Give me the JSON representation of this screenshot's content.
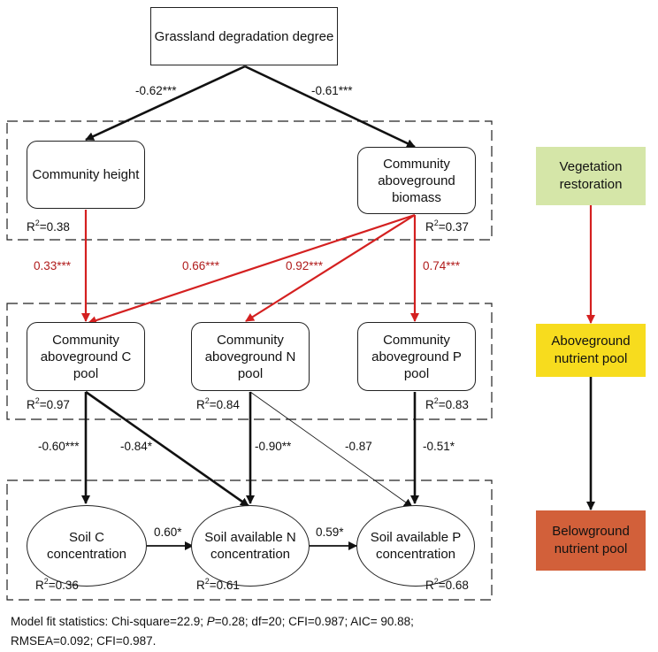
{
  "nodes": {
    "degradation": "Grassland degradation degree",
    "height": "Community height",
    "biomass": "Community aboveground biomass",
    "c_pool": "Community aboveground C pool",
    "n_pool": "Community aboveground N pool",
    "p_pool": "Community aboveground P pool",
    "soil_c": "Soil C concentration",
    "soil_n": "Soil available N concentration",
    "soil_p": "Soil available P concentration"
  },
  "r2": {
    "prefix": "R",
    "height": "=0.38",
    "biomass": "=0.37",
    "c_pool": "=0.97",
    "n_pool": "=0.84",
    "p_pool": "=0.83",
    "soil_c": "=0.36",
    "soil_n": "=0.61",
    "soil_p": "=0.68"
  },
  "paths": {
    "deg_height": "-0.62***",
    "deg_biomass": "-0.61***",
    "height_c": "0.33***",
    "biomass_c": "0.66***",
    "biomass_n": "0.92***",
    "biomass_p": "0.74***",
    "c_soilc": "-0.60***",
    "c_soiln": "-0.84*",
    "n_soiln": "-0.90**",
    "n_soilp": "-0.87",
    "p_soilp": "-0.51*",
    "soilc_soiln": "0.60*",
    "soiln_soilp": "0.59*"
  },
  "legend": {
    "vegetation": "Vegetation restoration",
    "aboveground": "Aboveground nutrient pool",
    "belowground": "Belowground nutrient pool"
  },
  "colors": {
    "red_path": "#d42020",
    "black_path": "#111111",
    "vegetation_fill": "#d5e6a8",
    "aboveground_fill": "#f7dc1e",
    "belowground_fill": "#d2603a"
  },
  "footnote": {
    "line1_a": "Model fit  statistics: Chi-square=22.9; ",
    "line1_p": "P",
    "line1_b": "=0.28;  df=20;  CFI=0.987;  AIC= 90.88;",
    "line2": "RMSEA=0.092; CFI=0.987."
  }
}
